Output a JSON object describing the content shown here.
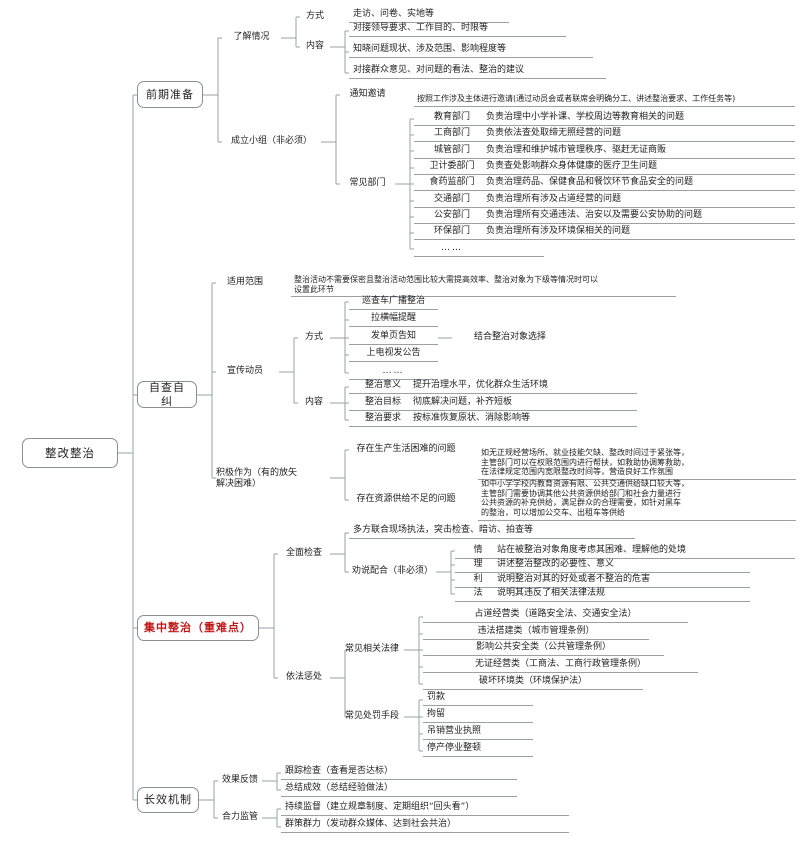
{
  "diagram": {
    "title": "整改整治",
    "accent_color": "#c01616",
    "line_color": "#9aa0a6",
    "root": {
      "label": "整改整治"
    },
    "branches": [
      {
        "label": "前期准备",
        "children": [
          {
            "label": "了解情况",
            "children": [
              {
                "label": "方式",
                "leaves": [
                  "走访、问卷、实地等"
                ]
              },
              {
                "label": "内容",
                "leaves": [
                  "对接领导要求、工作目的、时限等",
                  "知晓问题现状、涉及范围、影响程度等",
                  "对接群众意见、对问题的看法、整治的建议"
                ]
              }
            ]
          },
          {
            "label": "成立小组（非必须）",
            "children": [
              {
                "label": "通知邀请",
                "leaves": [
                  "按照工作涉及主体进行邀请(通过动员会或者联席会明确分工、讲述整治要求、工作任务等)"
                ]
              },
              {
                "label": "常见部门",
                "pairs": [
                  {
                    "name": "教育部门",
                    "desc": "负责治理中小学补课、学校周边等教育相关的问题"
                  },
                  {
                    "name": "工商部门",
                    "desc": "负责依法查处取缔无照经营的问题"
                  },
                  {
                    "name": "城管部门",
                    "desc": "负责治理和维护城市管理秩序、驱赶无证商贩"
                  },
                  {
                    "name": "卫计委部门",
                    "desc": "负责查处影响群众身体健康的医疗卫生问题"
                  },
                  {
                    "name": "食药监部门",
                    "desc": "负责治理药品、保健食品和餐饮环节食品安全的问题"
                  },
                  {
                    "name": "交通部门",
                    "desc": "负责治理所有涉及占道经营的问题"
                  },
                  {
                    "name": "公安部门",
                    "desc": "负责治理所有交通违法、治安以及需要公安协助的问题"
                  },
                  {
                    "name": "环保部门",
                    "desc": "负责治理所有涉及环境保相关的问题"
                  },
                  {
                    "name": "……",
                    "desc": ""
                  }
                ]
              }
            ]
          }
        ]
      },
      {
        "label": "自查自纠",
        "children": [
          {
            "label": "适用范围",
            "leaves": [
              "整治活动不需要保密且整治活动范围比较大需提高效率、整治对象为下级等情况时可以\n设置此环节"
            ]
          },
          {
            "label": "宣传动员",
            "children": [
              {
                "label": "方式",
                "leaves": [
                  "巡查车广播整治",
                  "拉横幅提醒",
                  "发单页告知",
                  "上电视发公告",
                  "……"
                ],
                "note": "结合整治对象选择"
              },
              {
                "label": "内容",
                "pairs": [
                  {
                    "name": "整治意义",
                    "desc": "提升治理水平，优化群众生活环境"
                  },
                  {
                    "name": "整治目标",
                    "desc": "彻底解决问题，补齐短板"
                  },
                  {
                    "name": "整治要求",
                    "desc": "按标准恢复原状、消除影响等"
                  }
                ]
              }
            ]
          },
          {
            "label": "积极作为（有的放矢\n解决困难）",
            "pairs": [
              {
                "name": "存在生产生活困难的问题",
                "desc": "如无正规经营场所、就业技能欠缺、整改时间过于紧张等，\n主管部门可以在权限范围内进行帮扶，如救助协调筹救助，\n在法律规定范围内宽限整改时间等，营造良好工作氛围"
              },
              {
                "name": "存在资源供给不足的问题",
                "desc": "如中小学学校内教育资源有限、公共交通供给缺口较大等，\n主管部门需要协调其他公共资源供给部门和社会力量进行\n公共资源的补充供给，满足群众的合理需要，如针对黑车\n的整治，可以增加公交车、出租车等供给"
              }
            ]
          }
        ]
      },
      {
        "label": "集中整治（重难点）",
        "accent": true,
        "children": [
          {
            "label": "全面检查",
            "leaves": [
              "多方联合现场执法，突击检查、暗访、拍查等"
            ],
            "sub": {
              "label": "劝说配合（非必须）",
              "pairs": [
                {
                  "name": "情",
                  "desc": "站在被整治对象角度考虑其困难、理解他的处境"
                },
                {
                  "name": "理",
                  "desc": "讲述整治整改的必要性、意义"
                },
                {
                  "name": "利",
                  "desc": "说明整治对其的好处或者不整治的危害"
                },
                {
                  "name": "法",
                  "desc": "说明其违反了相关法律法规"
                }
              ]
            }
          },
          {
            "label": "依法惩处",
            "children": [
              {
                "label": "常见相关法律",
                "leaves": [
                  "占道经营类（道路安全法、交通安全法）",
                  "违法搭建类（城市管理条例）",
                  "影响公共安全类（公共管理条例）",
                  "无证经营类（工商法、工商行政管理条例）",
                  "破坏环境类（环境保护法）"
                ]
              },
              {
                "label": "常见处罚手段",
                "leaves": [
                  "罚款",
                  "拘留",
                  "吊销营业执照",
                  "停产停业整顿"
                ]
              }
            ]
          }
        ]
      },
      {
        "label": "长效机制",
        "children": [
          {
            "label": "效果反馈",
            "leaves": [
              "跟踪检查（查看是否达标）",
              "总结成效（总结经验做法）"
            ]
          },
          {
            "label": "合力监管",
            "leaves": [
              "持续监督（建立规章制度、定期组织“回头看”）",
              "群策群力（发动群众媒体、达到社会共治）"
            ]
          }
        ]
      }
    ]
  }
}
